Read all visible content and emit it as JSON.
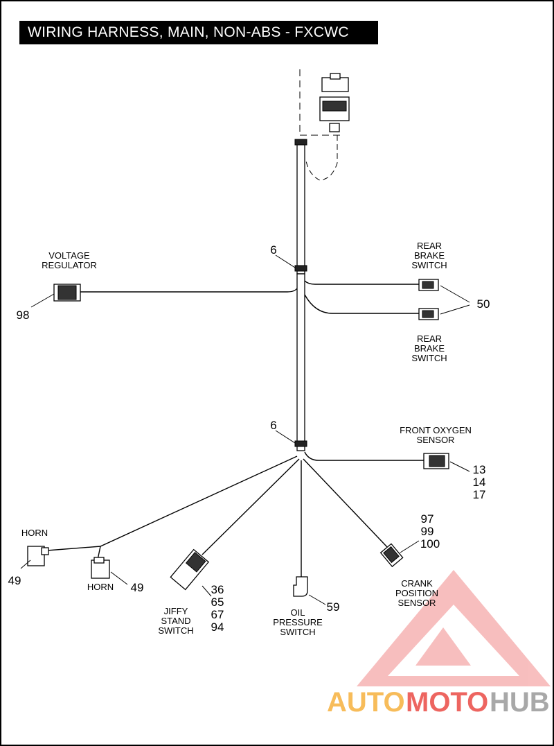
{
  "title": "WIRING HARNESS, MAIN, NON-ABS - FXCWC",
  "labels": {
    "voltage_regulator": [
      "VOLTAGE",
      "REGULATOR"
    ],
    "rear_brake_switch_top": [
      "REAR",
      "BRAKE",
      "SWITCH"
    ],
    "rear_brake_switch_bottom": [
      "REAR",
      "BRAKE",
      "SWITCH"
    ],
    "front_oxygen_sensor": [
      "FRONT OXYGEN",
      "SENSOR"
    ],
    "horn_left": "HORN",
    "horn_right": "HORN",
    "jiffy_stand_switch": [
      "JIFFY",
      "STAND",
      "SWITCH"
    ],
    "oil_pressure_switch": [
      "OIL",
      "PRESSURE",
      "SWITCH"
    ],
    "crank_position_sensor": [
      "CRANK",
      "POSITION",
      "SENSOR"
    ]
  },
  "callouts": {
    "clip_upper": "6",
    "clip_lower": "6",
    "voltage_regulator": "98",
    "rear_brake_switch": "50",
    "front_oxygen_sensor": [
      "13",
      "14",
      "17"
    ],
    "crank_position_sensor": [
      "97",
      "99",
      "100"
    ],
    "horn_left": "49",
    "horn_right": "49",
    "jiffy_stand_switch": [
      "36",
      "65",
      "67",
      "94"
    ],
    "oil_pressure_switch": "59"
  },
  "watermark": {
    "part1": "AUTO",
    "part2": "MOTO",
    "part3": "HUB"
  },
  "colors": {
    "line": "#000000",
    "title_bg": "#000000",
    "watermark_red": "#e8322b",
    "watermark_orange": "#f5a623",
    "watermark_gray": "#8c8c8c"
  }
}
